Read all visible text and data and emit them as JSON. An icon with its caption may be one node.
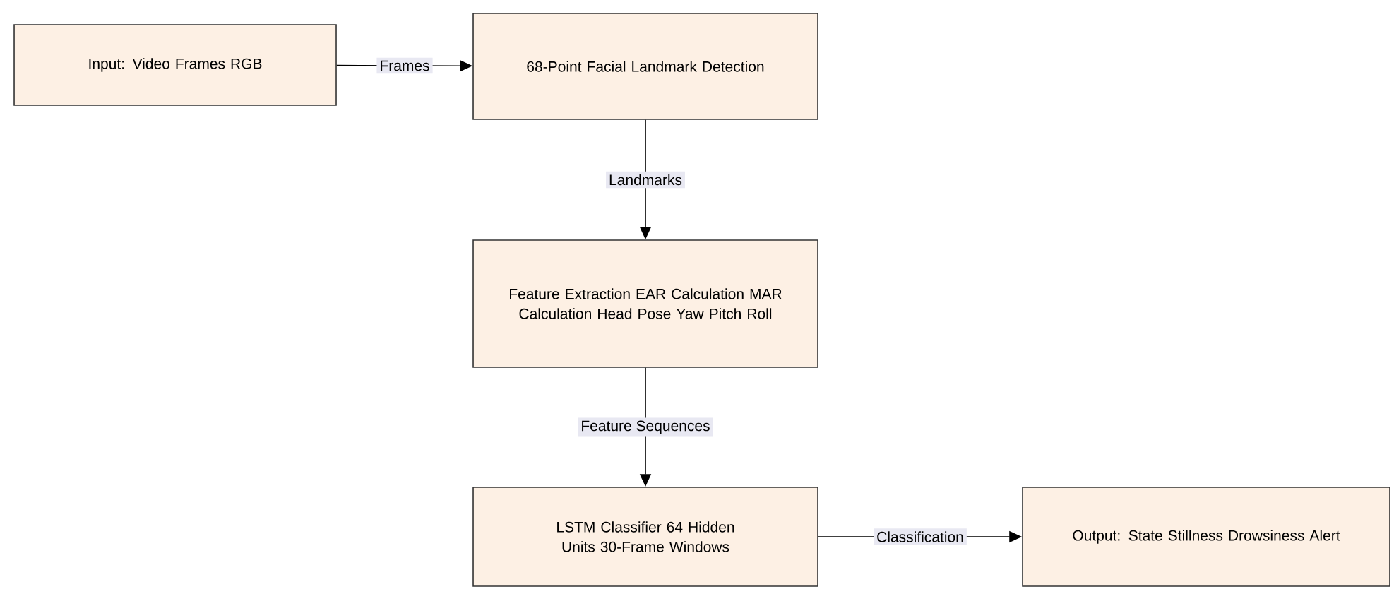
{
  "diagram": {
    "nodes": [
      {
        "text": [
          "Input: Video Frames RGB"
        ]
      },
      {
        "text": [
          "68-Point Facial Landmark Detection"
        ]
      },
      {
        "text": [
          "Feature Extraction EAR Calculation MAR Calculation Head Pose Yaw Pitch Roll"
        ]
      },
      {
        "text": [
          "LSTM Classifier 64 Hidden Units 30-Frame Windows"
        ]
      },
      {
        "text": [
          "Output: State Stillness Drowsiness Alert"
        ]
      }
    ],
    "edges": [
      {
        "from": 0,
        "to": 1,
        "arrow": "to",
        "label": "Frames"
      },
      {
        "from": 1,
        "to": 2,
        "arrow": "to",
        "label": "Landmarks"
      },
      {
        "from": 2,
        "to": 3,
        "arrow": "to",
        "label": "Feature Sequences"
      },
      {
        "from": 3,
        "to": 4,
        "arrow": "to",
        "label": "Classification"
      }
    ]
  }
}
